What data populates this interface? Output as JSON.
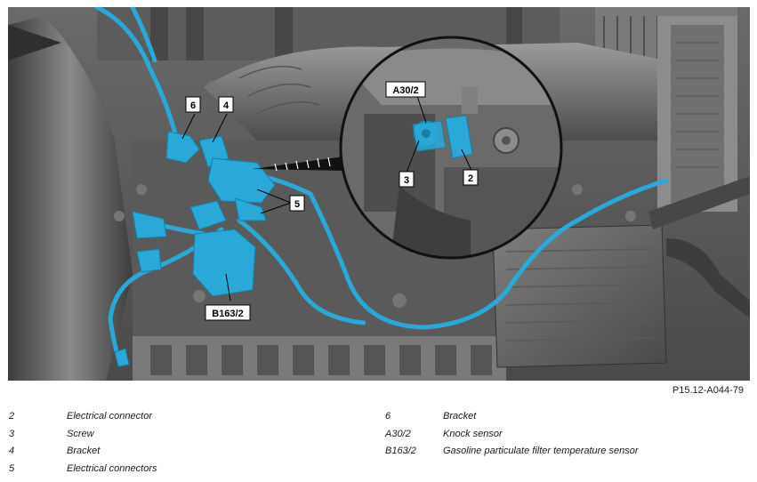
{
  "figure": {
    "code": "P15.12-A044-79",
    "callouts": {
      "c6": "6",
      "c4": "4",
      "c5": "5",
      "c2": "2",
      "c3": "3",
      "a302": "A30/2",
      "b1632": "B163/2"
    },
    "colors": {
      "highlight": "#2aa8d8",
      "engine_dark": "#3b3b3b",
      "engine_mid": "#6e6e6e",
      "engine_light": "#9a9a9a",
      "background": "#555555"
    }
  },
  "legend": {
    "left": [
      {
        "num": "2",
        "desc": "Electrical connector"
      },
      {
        "num": "3",
        "desc": "Screw"
      },
      {
        "num": "4",
        "desc": "Bracket"
      },
      {
        "num": "5",
        "desc": "Electrical connectors"
      }
    ],
    "right": [
      {
        "num": "6",
        "desc": "Bracket"
      },
      {
        "num": "A30/2",
        "desc": "Knock sensor"
      },
      {
        "num": "B163/2",
        "desc": "Gasoline particulate filter temperature sensor"
      }
    ]
  }
}
